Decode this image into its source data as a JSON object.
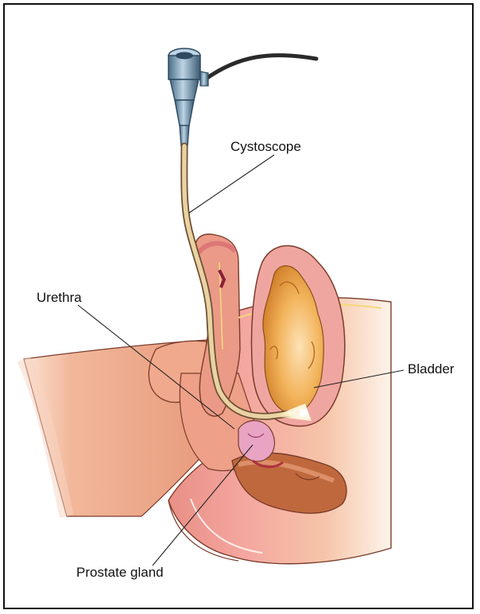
{
  "labels": {
    "cystoscope": "Cystoscope",
    "urethra": "Urethra",
    "bladder": "Bladder",
    "prostate": "Prostate gland"
  }
}
